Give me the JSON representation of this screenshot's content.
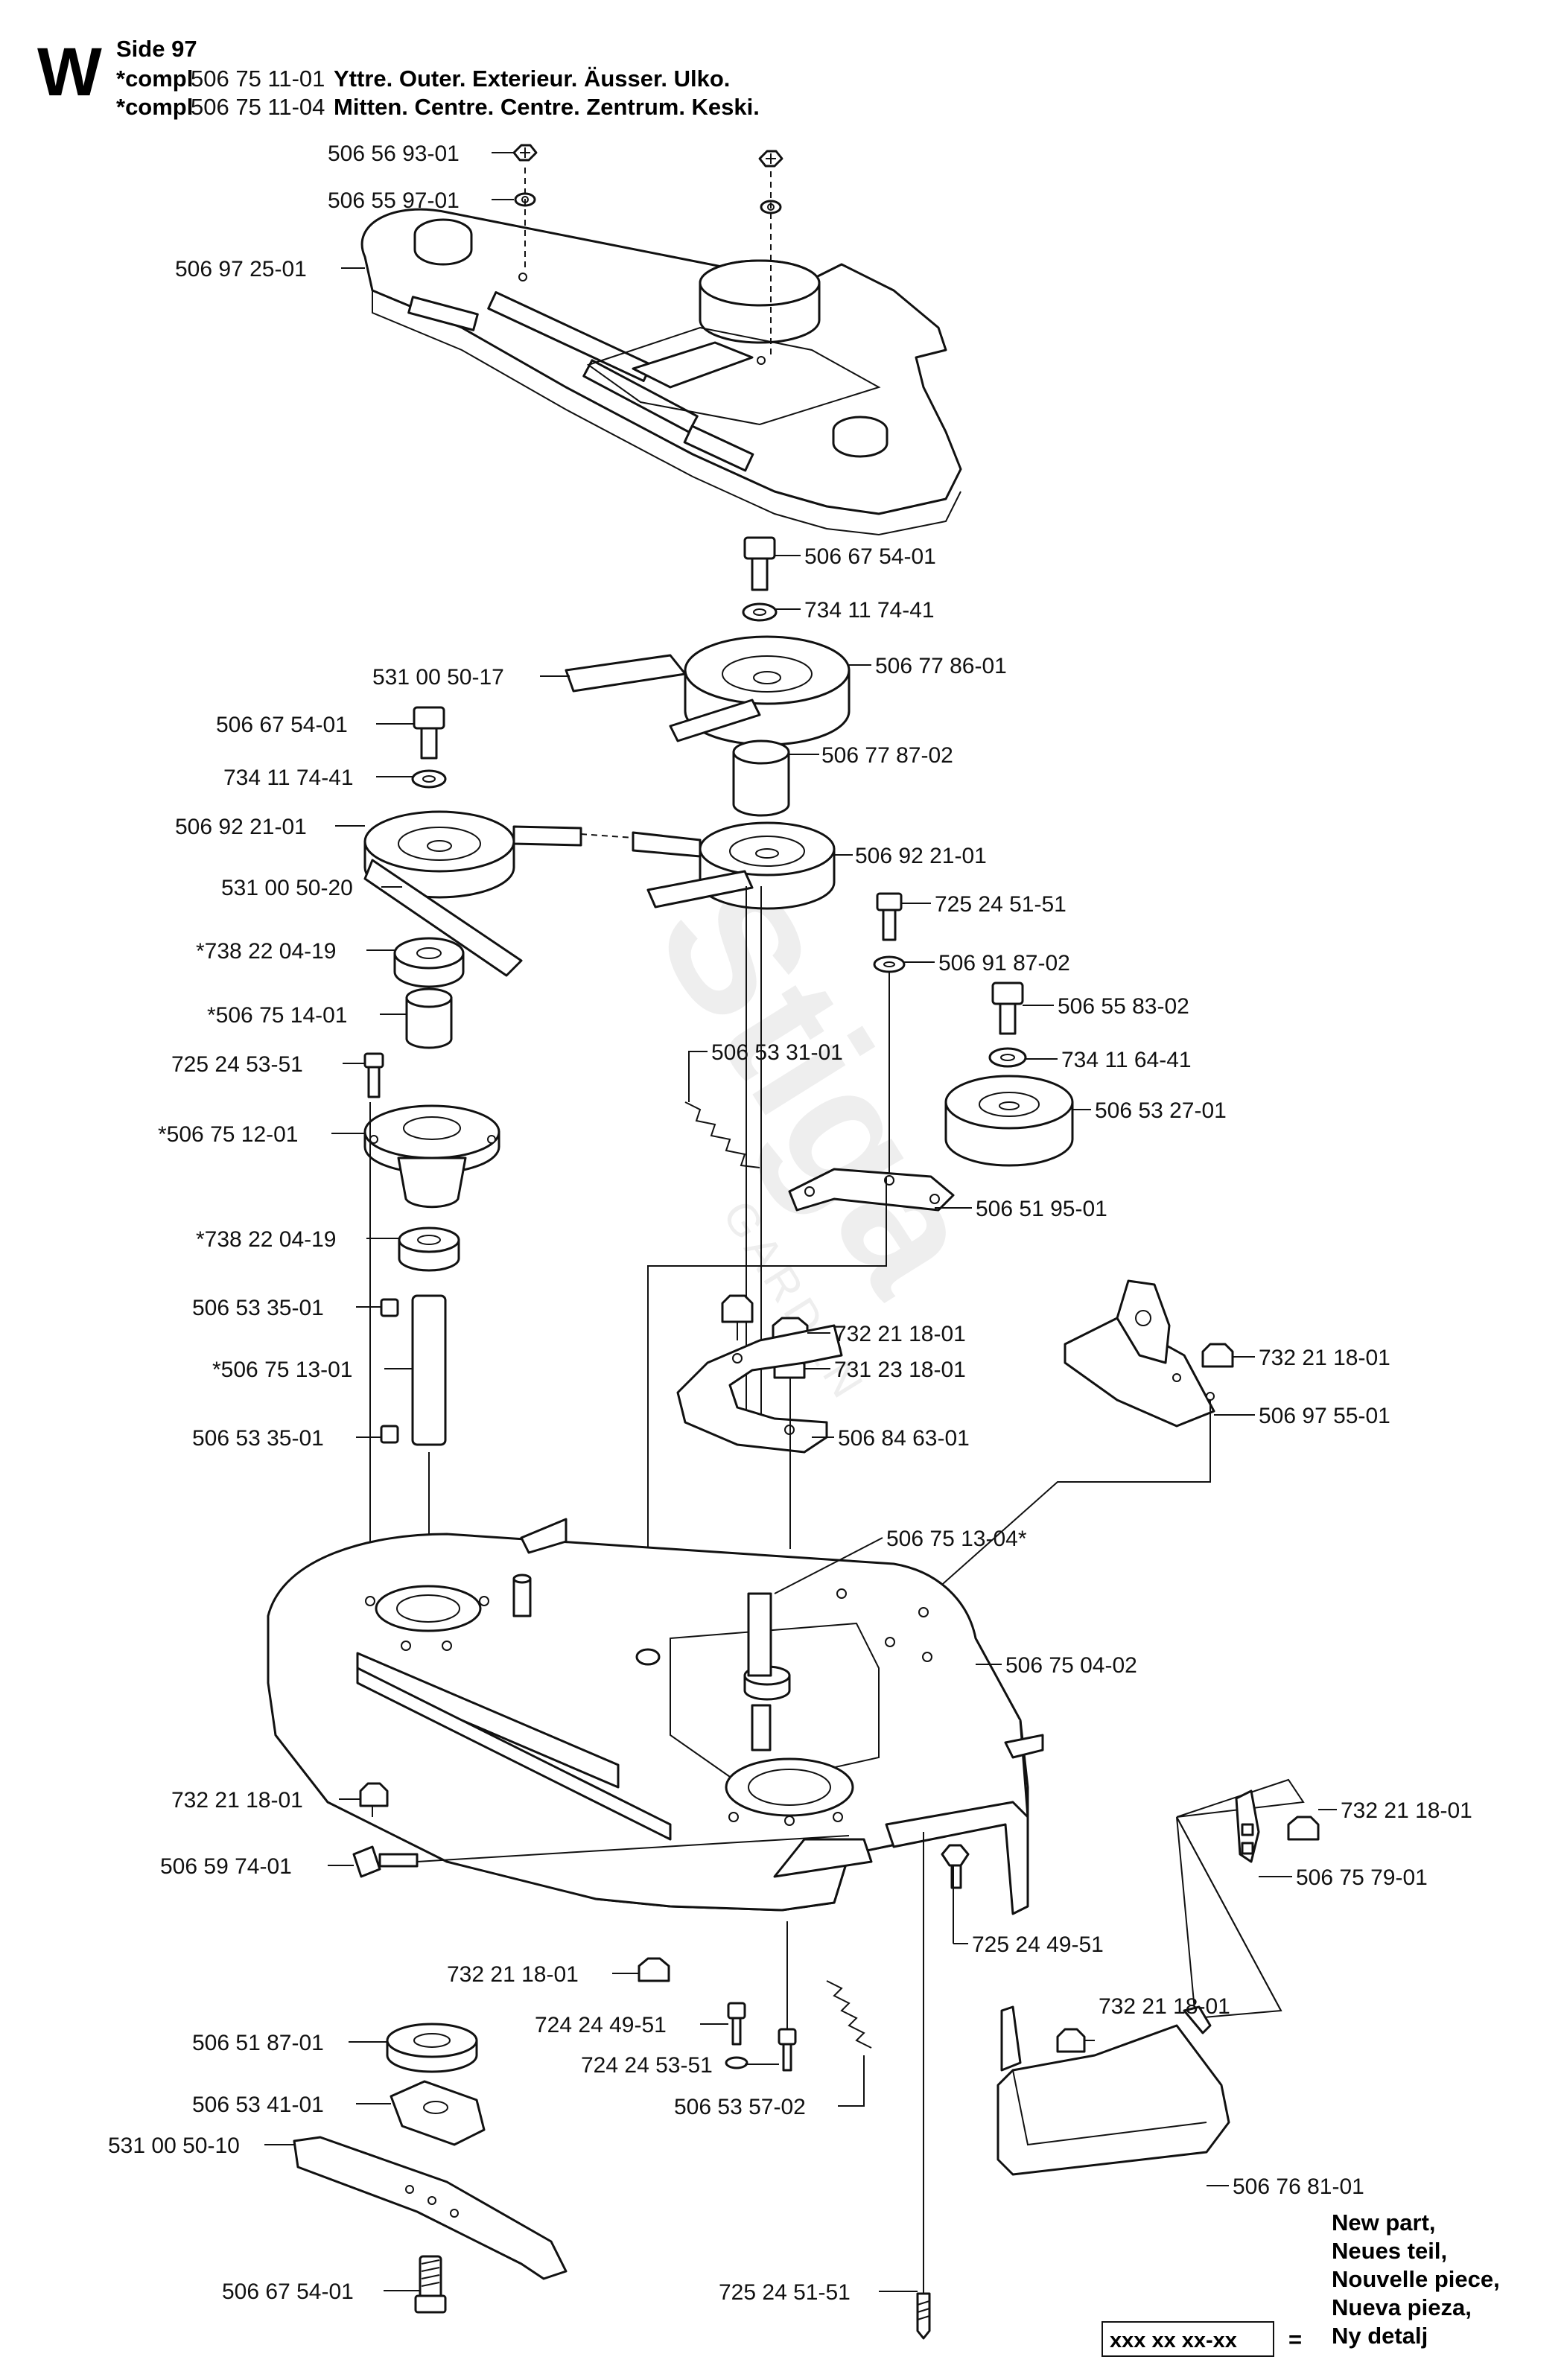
{
  "header": {
    "section_letter": "W",
    "page": "Side 97",
    "lines": [
      {
        "prefix": "*compl",
        "part": "506 75 11-01",
        "desc": "Yttre. Outer. Exterieur. Äusser. Ulko."
      },
      {
        "prefix": "*compl",
        "part": "506 75 11-04",
        "desc": "Mitten. Centre. Centre. Zentrum. Keski."
      }
    ]
  },
  "parts": [
    "506 56 93-01",
    "506 55 97-01",
    "506 97 25-01",
    "506 67 54-01",
    "734 11 74-41",
    "531 00 50-17",
    "506 77 86-01",
    "506 67 54-01",
    "734 11 74-41",
    "506 77 87-02",
    "506 92 21-01",
    "506 92 21-01",
    "531 00 50-20",
    "725 24 51-51",
    "506 91 87-02",
    "*738 22 04-19",
    "*506 75 14-01",
    "506 55 83-02",
    "734 11 64-41",
    "725 24 53-51",
    "506 53 31-01",
    "506 53 27-01",
    "*506 75 12-01",
    "506 51 95-01",
    "*738 22 04-19",
    "506 53 35-01",
    "732 21 18-01",
    "732 21 18-01",
    "*506 75 13-01",
    "731 23 18-01",
    "506 97 55-01",
    "506 53 35-01",
    "506 84 63-01",
    "506 75 13-04*",
    "506 75 04-02",
    "732 21 18-01",
    "732 21 18-01",
    "506 59 74-01",
    "506 75 79-01",
    "725 24 49-51",
    "732 21 18-01",
    "732 21 18-01",
    "724 24 49-51",
    "506 51 87-01",
    "724 24 53-51",
    "506 53 41-01",
    "506 53 57-02",
    "531 00 50-10",
    "506 76 81-01",
    "506 67 54-01",
    "725 24 51-51"
  ],
  "legend": {
    "lines": [
      "New part,",
      "Neues teil,",
      "Nouvelle piece,",
      "Nueva pieza,",
      "Ny detalj"
    ],
    "box_text": "xxx xx xx-xx",
    "equals": "="
  },
  "watermark": {
    "brand": "Stiga",
    "sub": "GARDEN"
  }
}
